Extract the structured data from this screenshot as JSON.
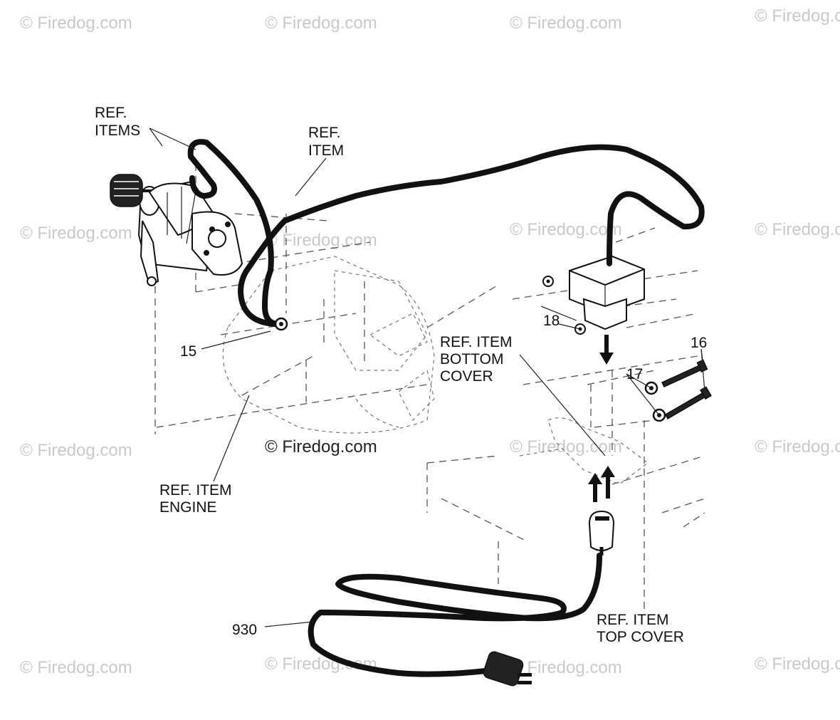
{
  "watermark": {
    "text": "© Firedog.com"
  },
  "labels": {
    "ref_items": [
      "REF.",
      "ITEMS"
    ],
    "ref_item_top": [
      "REF.",
      "ITEM"
    ],
    "ref_item_engine": [
      "REF. ITEM",
      "ENGINE"
    ],
    "ref_item_bottom_cover": [
      "REF. ITEM",
      "BOTTOM",
      "COVER"
    ],
    "ref_item_top_cover": [
      "REF. ITEM",
      "TOP COVER"
    ],
    "part_15": "15",
    "part_16": "16",
    "part_17": "17",
    "part_18": "18",
    "part_930": "930"
  }
}
